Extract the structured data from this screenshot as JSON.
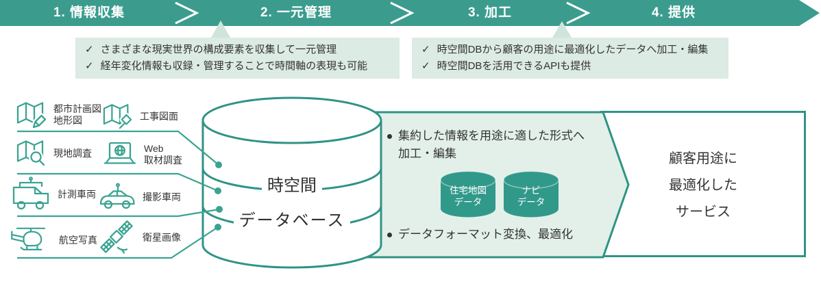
{
  "colors": {
    "teal": "#3b9c8e",
    "teal-border": "#2f9385",
    "teal-line": "#3aa392",
    "green-light": "#e2f0e9",
    "green-callout": "#dcebe4",
    "green-pointer": "#cfe5db",
    "cyl-fill": "#31998a",
    "text-dark": "#333333"
  },
  "header": {
    "steps": [
      {
        "label": "1. 情報収集"
      },
      {
        "label": "2. 一元管理"
      },
      {
        "label": "3. 加工"
      },
      {
        "label": "4. 提供"
      }
    ]
  },
  "callouts": {
    "check_glyph": "✓",
    "management": {
      "items": [
        "さまざまな現実世界の構成要素を収集して一元管理",
        "経年変化情報も収録・管理することで時間軸の表現も可能"
      ]
    },
    "processing": {
      "items": [
        "時空間DBから顧客の用途に最適化したデータへ加工・編集",
        "時空間DBを活用できるAPIも提供"
      ]
    }
  },
  "sources": [
    {
      "icon": "map-pencil-icon",
      "line1": "都市計画図",
      "line2": "地形図"
    },
    {
      "icon": "map-hammer-icon",
      "line1": "工事図面",
      "line2": ""
    },
    {
      "icon": "map-magnifier-icon",
      "line1": "現地調査",
      "line2": ""
    },
    {
      "icon": "laptop-globe-icon",
      "line1": "Web",
      "line2": "取材調査"
    },
    {
      "icon": "survey-van-icon",
      "line1": "計測車両",
      "line2": ""
    },
    {
      "icon": "camera-car-icon",
      "line1": "撮影車両",
      "line2": ""
    },
    {
      "icon": "helicopter-icon",
      "line1": "航空写真",
      "line2": ""
    },
    {
      "icon": "satellite-icon",
      "line1": "衛星画像",
      "line2": ""
    }
  ],
  "database": {
    "line1": "時空間",
    "line2": "データベース"
  },
  "process": {
    "bullet1": {
      "line1": "集約した情報を用途に適した形式へ",
      "line2": "加工・編集"
    },
    "bullet2": "データフォーマット変換、最適化",
    "cylinders": [
      {
        "line1": "住宅地図",
        "line2": "データ"
      },
      {
        "line1": "ナビ",
        "line2": "データ"
      }
    ]
  },
  "output": {
    "line1": "顧客用途に",
    "line2": "最適化した",
    "line3": "サービス"
  }
}
